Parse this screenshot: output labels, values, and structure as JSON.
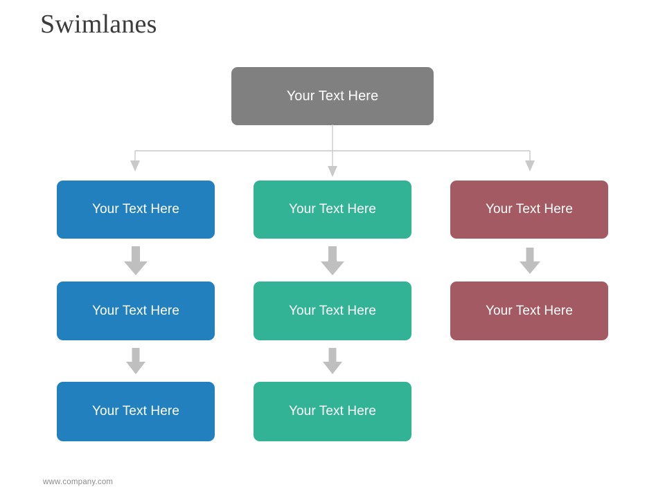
{
  "slide": {
    "title": "Swimlanes",
    "footer_url": "www.company.com",
    "background_color": "#ffffff",
    "title_color": "#3b3b3b",
    "footer_color": "#8c8c8c"
  },
  "colors": {
    "root": "#808080",
    "lane_blue": "#2280be",
    "lane_teal": "#33b396",
    "lane_red": "#a45a62",
    "connector_line": "#c9c9c9",
    "block_arrow": "#bfbfbf",
    "node_text": "#ffffff"
  },
  "diagram": {
    "root": {
      "label": "Your Text Here"
    },
    "lanes": [
      {
        "name": "blue-lane",
        "color": "#2280be",
        "nodes": [
          {
            "label": "Your Text Here"
          },
          {
            "label": "Your Text Here"
          },
          {
            "label": "Your Text Here"
          }
        ]
      },
      {
        "name": "teal-lane",
        "color": "#33b396",
        "nodes": [
          {
            "label": "Your Text Here"
          },
          {
            "label": "Your Text Here"
          },
          {
            "label": "Your Text Here"
          }
        ]
      },
      {
        "name": "red-lane",
        "color": "#a45a62",
        "nodes": [
          {
            "label": "Your Text Here"
          },
          {
            "label": "Your Text Here"
          }
        ]
      }
    ]
  }
}
